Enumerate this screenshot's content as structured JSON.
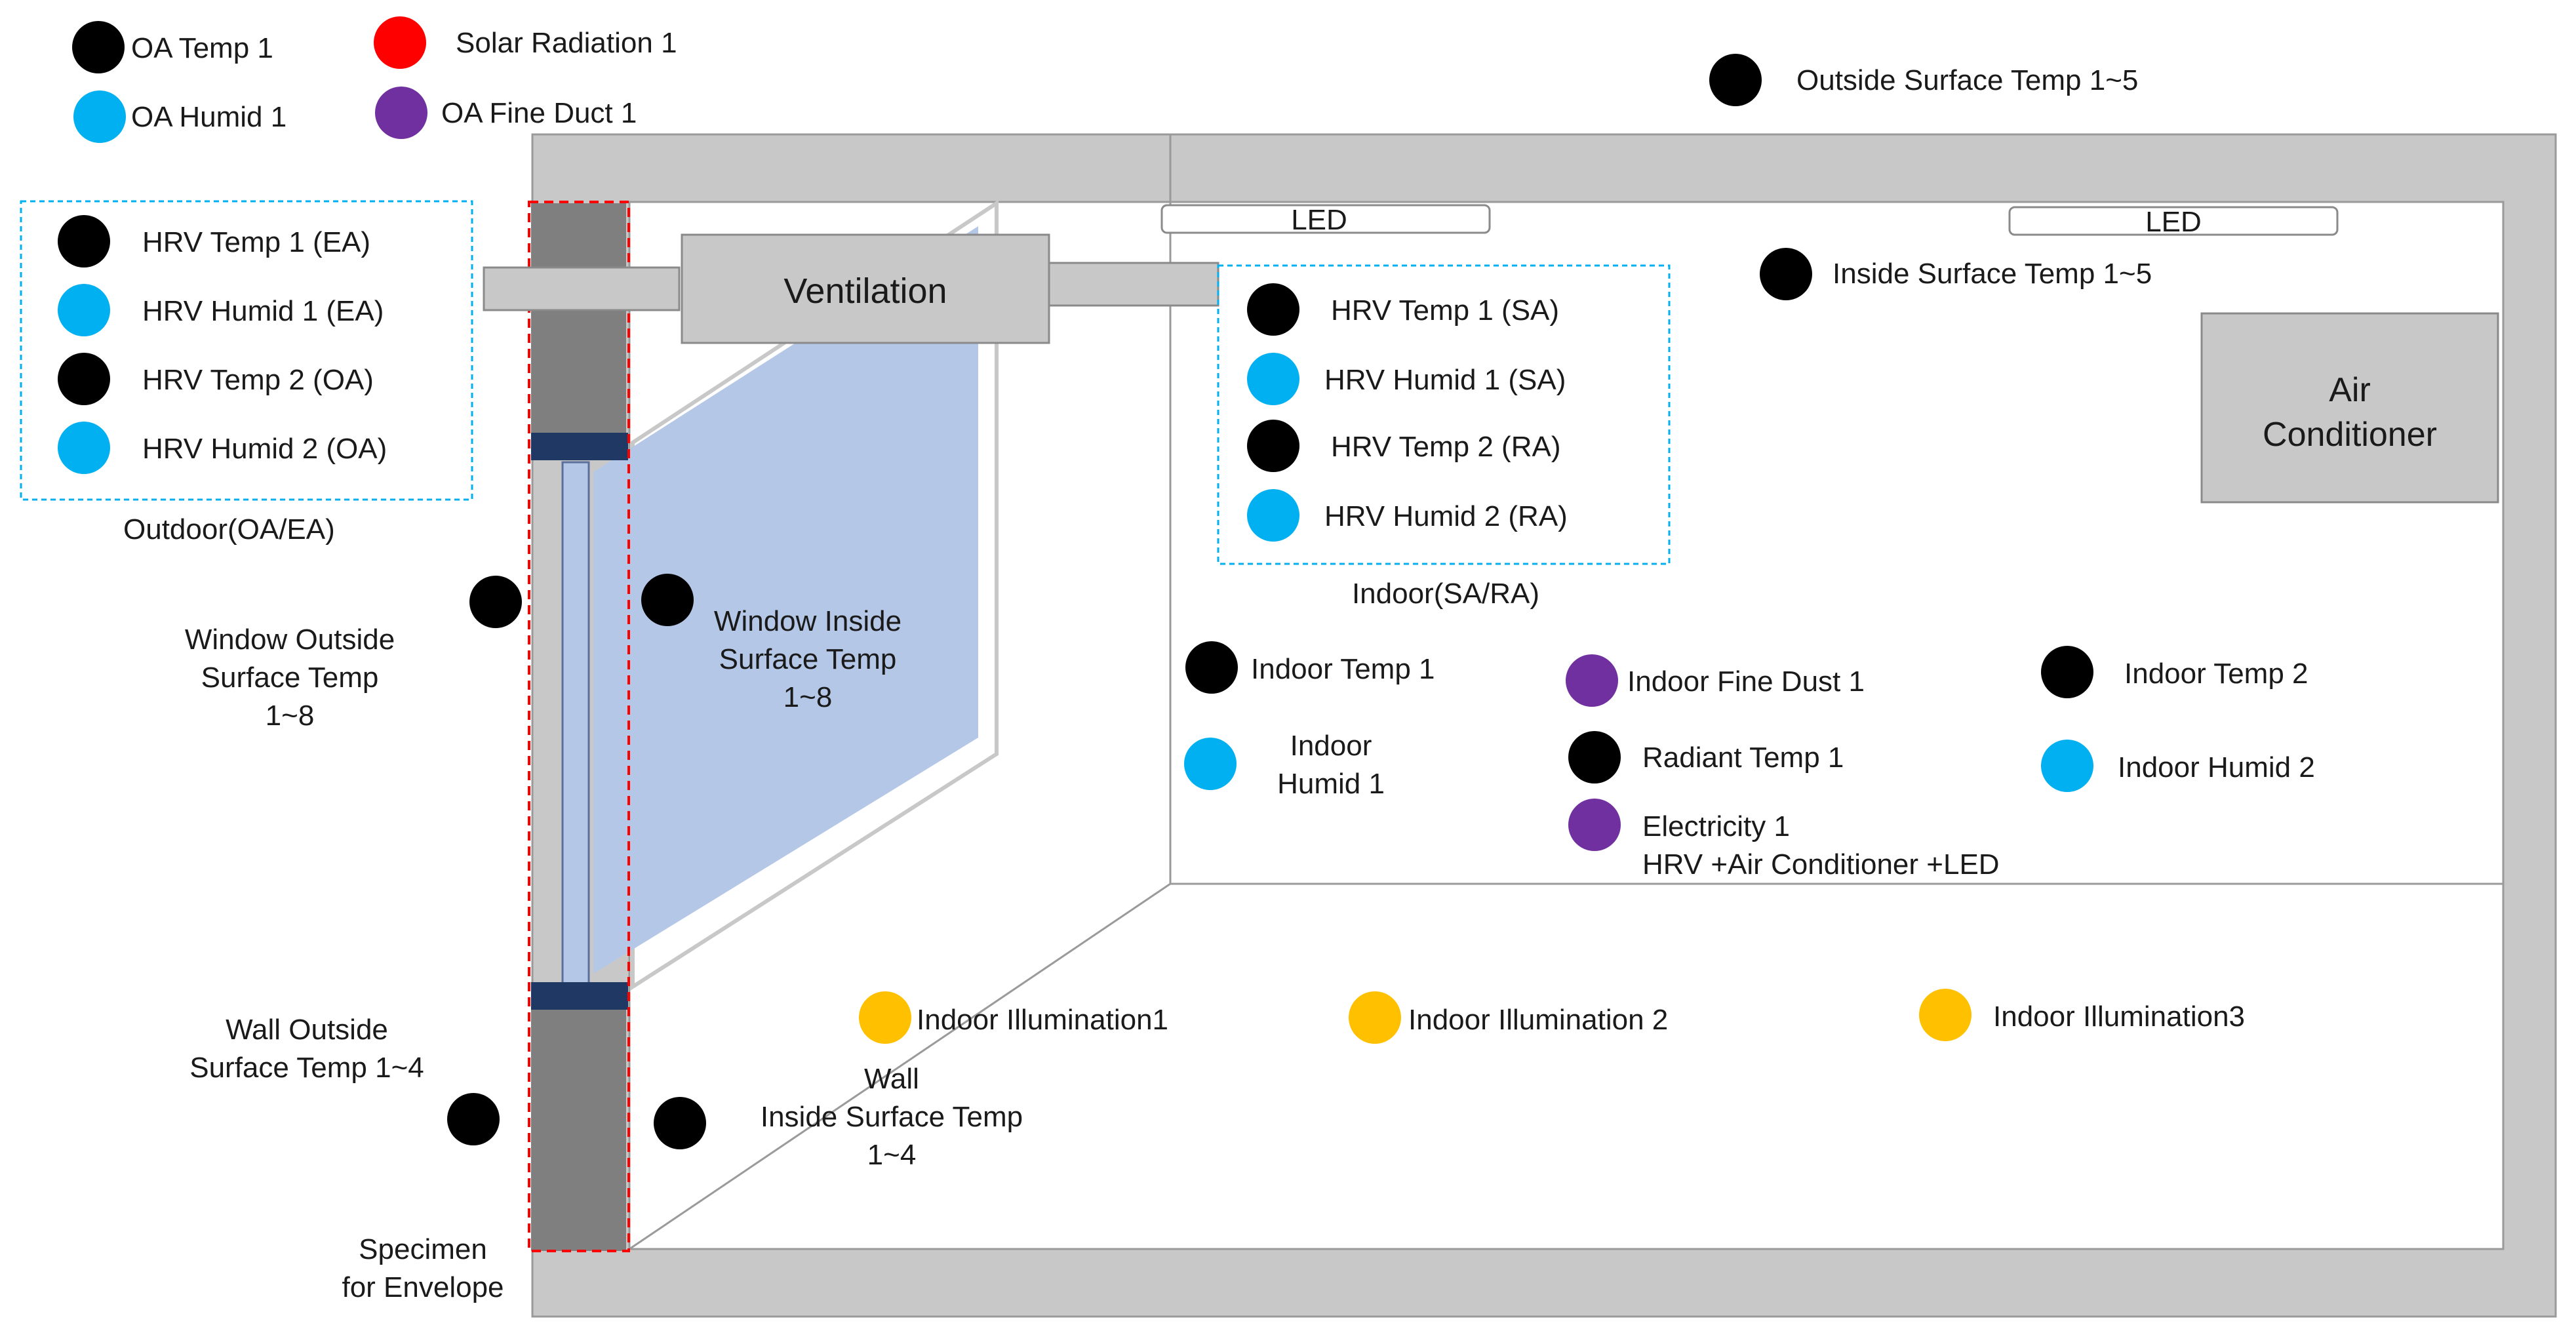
{
  "colors": {
    "black": "#000000",
    "blue": "#00b0f0",
    "red": "#ff0000",
    "purple": "#7030a0",
    "yellow": "#ffc000",
    "wall": "#c8c8c8",
    "glass": "#b4c7e7",
    "frame": "#203864",
    "specimen": "#7f7f7f",
    "dashed_red": "#ff0000",
    "dashed_blue": "#00b0f0"
  },
  "legend": {
    "oa_temp": "OA Temp 1",
    "solar": "Solar Radiation 1",
    "oa_humid": "OA Humid 1",
    "oa_dust": "OA Fine Duct 1"
  },
  "outdoor_box": {
    "items": [
      "HRV Temp 1 (EA)",
      "HRV Humid 1 (EA)",
      "HRV Temp 2  (OA)",
      "HRV Humid 2 (OA)"
    ],
    "caption": "Outdoor(OA/EA)"
  },
  "indoor_box": {
    "items": [
      "HRV Temp 1  (SA)",
      "HRV Humid 1  (SA)",
      "HRV Temp 2  (RA)",
      "HRV Humid 2  (RA)"
    ],
    "caption": "Indoor(SA/RA)"
  },
  "equipment": {
    "ventilation": "Ventilation",
    "air_conditioner": [
      "Air",
      "Conditioner"
    ],
    "led_1": "LED",
    "led_2": "LED"
  },
  "sensors": {
    "outside_surface": "Outside Surface Temp 1~5",
    "inside_surface": "Inside Surface Temp 1~5",
    "window_outside": [
      "Window Outside",
      "Surface Temp",
      "1~8"
    ],
    "window_inside": [
      "Window Inside",
      "Surface Temp",
      "1~8"
    ],
    "wall_outside": [
      "Wall Outside",
      "Surface Temp 1~4"
    ],
    "wall_inside": [
      "Wall",
      "Inside Surface Temp",
      "1~4"
    ],
    "specimen": [
      "Specimen",
      "for Envelope"
    ],
    "indoor_temp_1": "Indoor Temp 1",
    "indoor_humid_1": [
      "Indoor",
      "Humid 1"
    ],
    "indoor_dust": "Indoor Fine Dust 1",
    "radiant": "Radiant Temp 1",
    "electricity": [
      "Electricity 1",
      "HRV +Air Conditioner +LED"
    ],
    "indoor_temp_2": "Indoor Temp 2",
    "indoor_humid_2": "Indoor Humid 2",
    "illum_1": "Indoor Illumination1",
    "illum_2": "Indoor Illumination 2",
    "illum_3": "Indoor Illumination3"
  }
}
